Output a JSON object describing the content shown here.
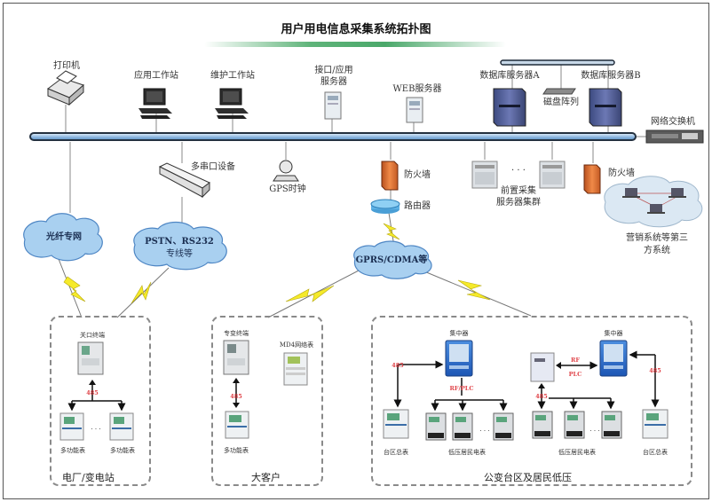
{
  "title": "用户用电信息采集系统拓扑图",
  "colors": {
    "bus_fill": "#8db7e0",
    "cloud_fill": "#a9d0f0",
    "cloud_stroke": "#4e86c4",
    "lightning": "#f5ea2a",
    "firewall": "#e07a3a",
    "protocol_label": "#e0454a",
    "title_bar": "#4aa86a"
  },
  "top_devices": {
    "printer": "打印机",
    "app_workstation": "应用工作站",
    "maint_workstation": "维护工作站",
    "interface_server": [
      "接口/应用",
      "服务器"
    ],
    "web_server": "WEB服务器",
    "db_server_a": "数据库服务器A",
    "db_server_b": "数据库服务器B",
    "disk_array": "磁盘阵列",
    "network_switch": "网络交换机"
  },
  "middle_devices": {
    "multi_serial": "多串口设备",
    "gps_clock": "GPS时钟",
    "firewall_1": "防火墙",
    "router": "路由器",
    "frontend_cluster": [
      "前置采集",
      "服务器集群"
    ],
    "ellipsis": "· · ·",
    "firewall_2": "防火墙",
    "third_party": [
      "营销系统等第三",
      "方系统"
    ]
  },
  "clouds": {
    "fiber": "光纤专网",
    "pstn": [
      "PSTN、RS232",
      "专线等"
    ],
    "gprs": "GPRS/CDMA等"
  },
  "zones": {
    "power_plant": {
      "title": "电厂/变电站",
      "terminal": "关口终端",
      "link": "485",
      "meter_left": "多功能表",
      "meter_right": "多功能表",
      "dots": "· · ·"
    },
    "large_customer": {
      "title": "大客户",
      "terminal": "专变终端",
      "network_meter": "MD4网络表",
      "link": "485",
      "meter": "多功能表"
    },
    "public_area": {
      "title": "公变台区及居民低压",
      "concentrator_1": "集中器",
      "concentrator_2": "集中器",
      "link_485_a": "485",
      "link_rfplc_1": "RF/PLC",
      "link_rf": "RF",
      "link_plc": "PLC",
      "link_485_b": "485",
      "link_485_c": "485",
      "area_meter_left": "台区总表",
      "area_meter_right": "台区总表",
      "resident_meters_1": "低压居民电表",
      "resident_meters_2": "低压居民电表",
      "dots": "· · ·"
    }
  }
}
